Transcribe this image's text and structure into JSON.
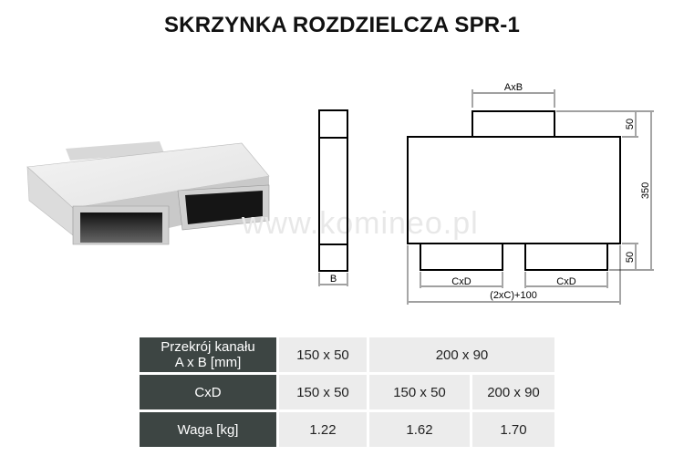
{
  "title": "SKRZYNKA ROZDZIELCZA SPR-1",
  "watermark": "www.komineo.pl",
  "drawing": {
    "top_label": "AxB",
    "side_label": "B",
    "dim_top": "50",
    "dim_height": "350",
    "dim_bottom": "50",
    "outlet_left_label": "CxD",
    "outlet_right_label": "CxD",
    "total_width_label": "(2xC)+100"
  },
  "table": {
    "rows": [
      {
        "header_line1": "Przekrój kanału",
        "header_line2": "A x B [mm]",
        "cells": [
          "150 x 50",
          "200 x 90"
        ]
      },
      {
        "header": "CxD",
        "cells": [
          "150 x 50",
          "150 x 50",
          "200 x 90"
        ]
      },
      {
        "header": "Waga [kg]",
        "cells": [
          "1.22",
          "1.62",
          "1.70"
        ]
      }
    ]
  },
  "colors": {
    "header_bg": "#3d4543",
    "cell_bg": "#ececec"
  }
}
